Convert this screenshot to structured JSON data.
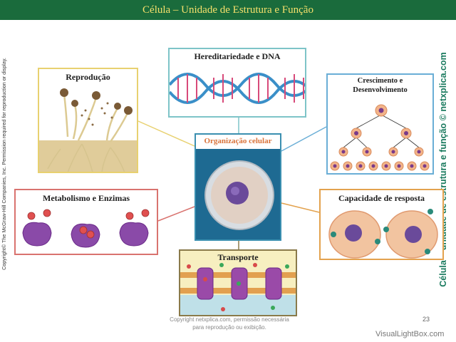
{
  "title": "Célula – Unidade de Estrutura e Função",
  "side_copyright": "Copyright© The McGraw-Hill Companies, Inc. Permission required for reproduction or display.",
  "side_brand": "Célula – unidade de estrutura e função © netxplica.com",
  "panels": {
    "heredity": "Hereditariedade e DNA",
    "reproduction": "Reprodução",
    "growth": "Crescimento e Desenvolvimento",
    "organization": "Organização celular",
    "metabolism": "Metabolismo e Enzimas",
    "response": "Capacidade de resposta",
    "transport": "Transporte"
  },
  "footer": {
    "copyright": "Copyright netxplica.com, permissão necessária para reprodução ou exibição.",
    "page": "23",
    "watermark": "VisualLightBox.com"
  },
  "colors": {
    "title_bar": "#1a6b3c",
    "title_text": "#f5e06b",
    "reproduction_border": "#e8d170",
    "heredity_border": "#7ec4c8",
    "growth_border": "#6aaed6",
    "organization_border": "#3a8fb0",
    "metabolism_border": "#d9736f",
    "response_border": "#e3a24e",
    "transport_border": "#8a7a4a"
  }
}
